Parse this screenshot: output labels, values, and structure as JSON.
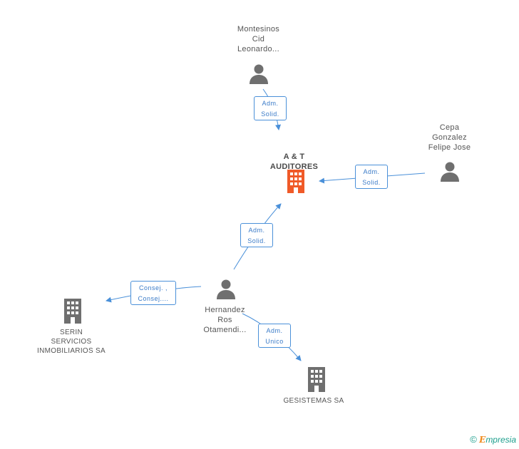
{
  "nodes": {
    "center": {
      "name": "A & T\nAUDITORES\nY..."
    },
    "montesinos": {
      "name": "Montesinos\nCid\nLeonardo..."
    },
    "cepa": {
      "name": "Cepa\nGonzalez\nFelipe Jose"
    },
    "hernandez": {
      "name": "Hernandez\nRos\nOtamendi..."
    },
    "serin": {
      "name": "SERIN\nSERVICIOS\nINMOBILIARIOS SA"
    },
    "gesistemas": {
      "name": "GESISTEMAS SA"
    }
  },
  "relations": {
    "montesinos_center": "Adm.\nSolid.",
    "cepa_center": "Adm.\nSolid.",
    "hernandez_center": "Adm.\nSolid.",
    "hernandez_serin": "Consej. ,\nConsej....",
    "hernandez_gesistemas": "Adm.\nUnico"
  },
  "colors": {
    "center_icon": "#f05a28",
    "company_icon": "#6f6f6f",
    "person_icon": "#6f6f6f",
    "edge": "#4a90d9"
  },
  "brand": {
    "copyright": "©",
    "e": "E",
    "rest": "mpresia"
  }
}
